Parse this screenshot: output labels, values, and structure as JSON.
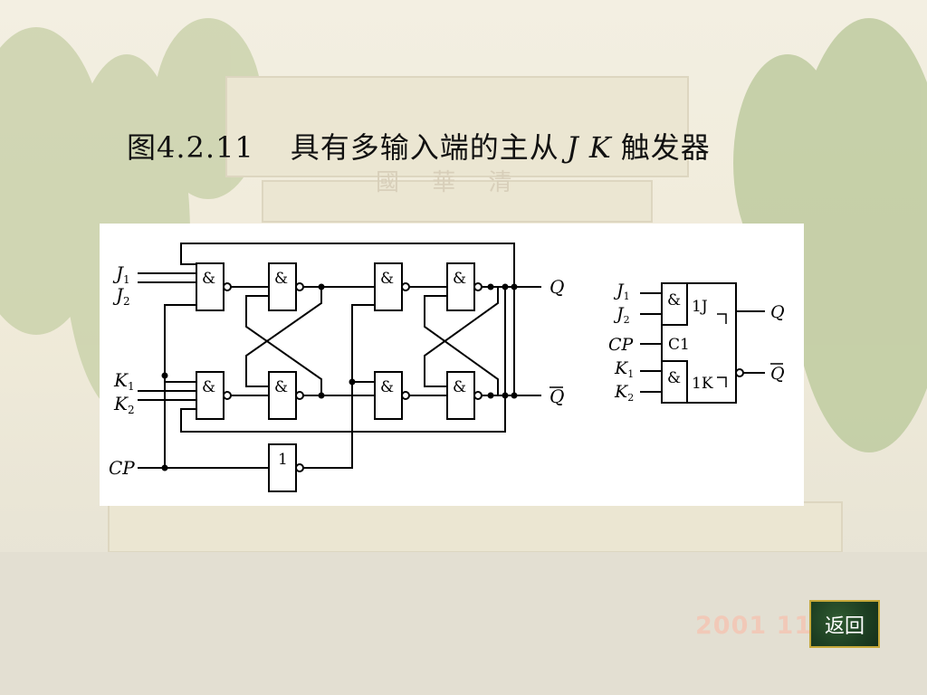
{
  "title": {
    "prefix": "图4.2.11",
    "text": "具有多输入端的主从",
    "jk": "J K",
    "suffix": "触发器"
  },
  "background": {
    "gate_sign": "國 華 清"
  },
  "circuit": {
    "and_symbol": "&",
    "not_symbol": "1",
    "inputs": {
      "j": "J",
      "k": "K",
      "cp": "CP",
      "sub1": "1",
      "sub2": "2"
    },
    "outputs": {
      "q": "Q",
      "qbar": "Q"
    }
  },
  "symbol": {
    "labels": {
      "c1": "C1",
      "j1": "1J",
      "k1": "1K"
    },
    "inputs": {
      "j": "J",
      "k": "K",
      "cp": "CP",
      "sub1": "1",
      "sub2": "2"
    },
    "outputs": {
      "q": "Q",
      "qbar": "Q"
    }
  },
  "footer": {
    "date": "2001 11",
    "back_label": "返回"
  }
}
